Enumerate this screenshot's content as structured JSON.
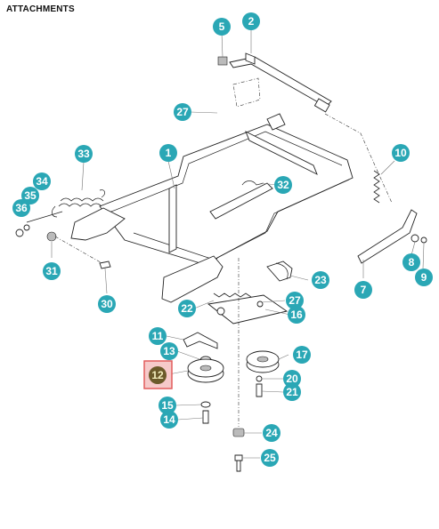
{
  "header": {
    "title": "ATTACHMENTS"
  },
  "colors": {
    "teal": "#2aa7b5",
    "active_fill": "#6b5a2a",
    "highlight_border": "#e25c5c",
    "highlight_bg": "#f6caca"
  },
  "callouts": [
    {
      "label": "5"
    },
    {
      "label": "2"
    },
    {
      "label": "27"
    },
    {
      "label": "1"
    },
    {
      "label": "10"
    },
    {
      "label": "33"
    },
    {
      "label": "34"
    },
    {
      "label": "35"
    },
    {
      "label": "36"
    },
    {
      "label": "32"
    },
    {
      "label": "31"
    },
    {
      "label": "30"
    },
    {
      "label": "8"
    },
    {
      "label": "9"
    },
    {
      "label": "7"
    },
    {
      "label": "23"
    },
    {
      "label": "27"
    },
    {
      "label": "22"
    },
    {
      "label": "16"
    },
    {
      "label": "11"
    },
    {
      "label": "13"
    },
    {
      "label": "17"
    },
    {
      "label": "12",
      "active": true
    },
    {
      "label": "20"
    },
    {
      "label": "21"
    },
    {
      "label": "15"
    },
    {
      "label": "14"
    },
    {
      "label": "24"
    },
    {
      "label": "25"
    }
  ]
}
